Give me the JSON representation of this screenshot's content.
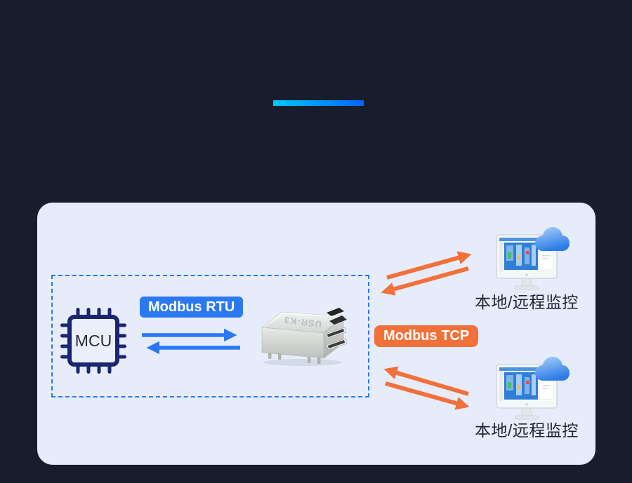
{
  "colors": {
    "background": "#171D2D",
    "panel": "#E6ECFA",
    "dashed_border": "#2979F2",
    "rtu_blue": "#2B79F1",
    "tcp_orange": "#F2703A",
    "mcu_navy": "#1B2670",
    "caption_text": "#1F2532",
    "accent_gradient_start": "#00C8FA",
    "accent_gradient_end": "#0165FC"
  },
  "diagram": {
    "mcu": {
      "label": "MCU"
    },
    "rtu": {
      "label": "Modbus RTU"
    },
    "tcp": {
      "label": "Modbus TCP"
    },
    "device": {
      "label": "USR-K3"
    },
    "monitors": [
      {
        "label": "本地/远程监控"
      },
      {
        "label": "本地/远程监控"
      }
    ]
  }
}
